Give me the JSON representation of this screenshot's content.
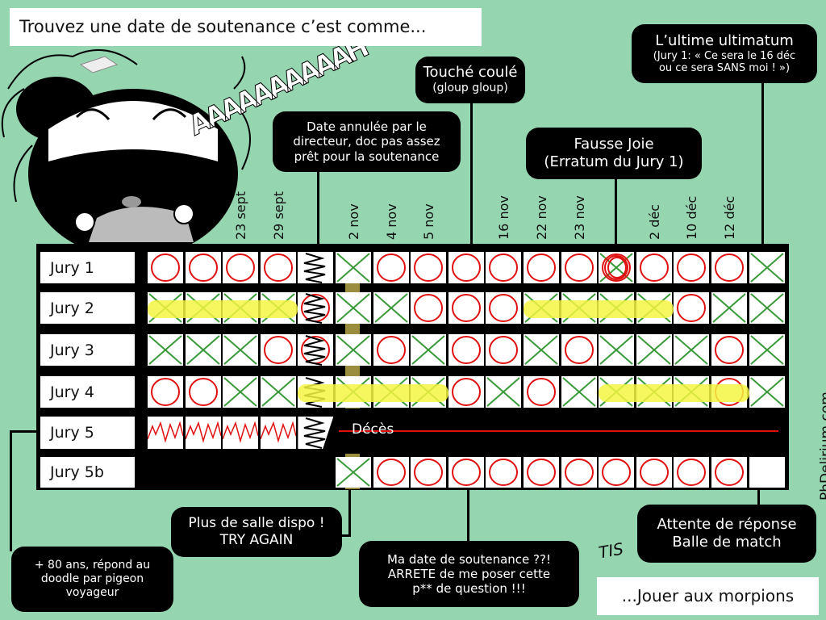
{
  "title": "Trouvez une date de soutenance c’est comme...",
  "scream": "AAAAAAAAAAH",
  "signature": "TIS",
  "site": "PhDelirium.com",
  "ending": "...Jouer aux morpions",
  "dates": [
    {
      "col": 3,
      "label": "23 sept"
    },
    {
      "col": 4,
      "label": "29 sept"
    },
    {
      "col": 6,
      "label": "2 nov"
    },
    {
      "col": 7,
      "label": "4 nov"
    },
    {
      "col": 8,
      "label": "5 nov"
    },
    {
      "col": 10,
      "label": "16 nov"
    },
    {
      "col": 11,
      "label": "22 nov"
    },
    {
      "col": 12,
      "label": "23 nov"
    },
    {
      "col": 14,
      "label": "2 déc"
    },
    {
      "col": 15,
      "label": "10 déc"
    },
    {
      "col": 16,
      "label": "12 déc"
    }
  ],
  "rows": [
    {
      "label": "Jury 1",
      "cells": [
        "o",
        "o",
        "o",
        "o",
        "s",
        "x",
        "o",
        "o",
        "o",
        "o",
        "o",
        "o",
        "O",
        "o",
        "o",
        "o",
        "x"
      ]
    },
    {
      "label": "Jury 2",
      "cells": [
        "x",
        "x",
        "x",
        "x",
        "so",
        "x",
        "x",
        "o",
        "o",
        "o",
        "x",
        "x",
        "x",
        "x",
        "o",
        "x",
        "x"
      ]
    },
    {
      "label": "Jury 3",
      "cells": [
        "x",
        "x",
        "x",
        "o",
        "so",
        "x",
        "o",
        "x",
        "o",
        "o",
        "x",
        "o",
        "x",
        "x",
        "x",
        "o",
        "x"
      ]
    },
    {
      "label": "Jury 4",
      "cells": [
        "o",
        "o",
        "x",
        "x",
        "s",
        "x",
        "x",
        "x",
        "o",
        "x",
        "o",
        "x",
        "x",
        "x",
        "x",
        "o",
        "x"
      ]
    },
    {
      "label": "Jury 5",
      "cells": [
        "z",
        "z",
        "z",
        "z",
        "s",
        "n",
        "n",
        "n",
        "n",
        "n",
        "n",
        "n",
        "n",
        "n",
        "n",
        "n",
        "n"
      ],
      "note": "Décès"
    },
    {
      "label": "Jury 5b",
      "cells": [
        "n",
        "n",
        "n",
        "n",
        "n",
        "x",
        "o",
        "o",
        "o",
        "o",
        "o",
        "o",
        "o",
        "o",
        "o",
        "o",
        "b"
      ]
    }
  ],
  "highlights": [
    {
      "row": 1,
      "from": 1,
      "to": 4
    },
    {
      "row": 1,
      "from": 11,
      "to": 14
    },
    {
      "row": 3,
      "from": 5,
      "to": 8
    },
    {
      "row": 3,
      "from": 13,
      "to": 16
    }
  ],
  "chosen_column": 6,
  "callouts": {
    "annulee": [
      "Date annulée par le",
      "directeur, doc pas assez",
      "prêt pour la soutenance"
    ],
    "touche": [
      "Touché coulé",
      "(gloup gloup)"
    ],
    "fausse": [
      "Fausse Joie",
      "(Erratum du Jury 1)"
    ],
    "ultime": [
      "L’ultime ultimatum",
      "(Jury 1: « Ce sera le 16 déc",
      "ou ce sera SANS moi ! »)"
    ],
    "attente": [
      "Attente de réponse",
      "Balle de match"
    ],
    "question": [
      "Ma date de soutenance ??!",
      "ARRETE de me poser cette",
      "p** de question !!!"
    ],
    "salle": [
      "Plus de salle dispo !",
      "TRY AGAIN"
    ],
    "pigeon": [
      "+ 80 ans, répond au",
      "doodle par pigeon",
      "voyageur"
    ]
  },
  "colors": {
    "background": "#95d5b0",
    "circle": "#e01010",
    "cross": "#3a9a3a",
    "highlight": "#f5f542"
  }
}
